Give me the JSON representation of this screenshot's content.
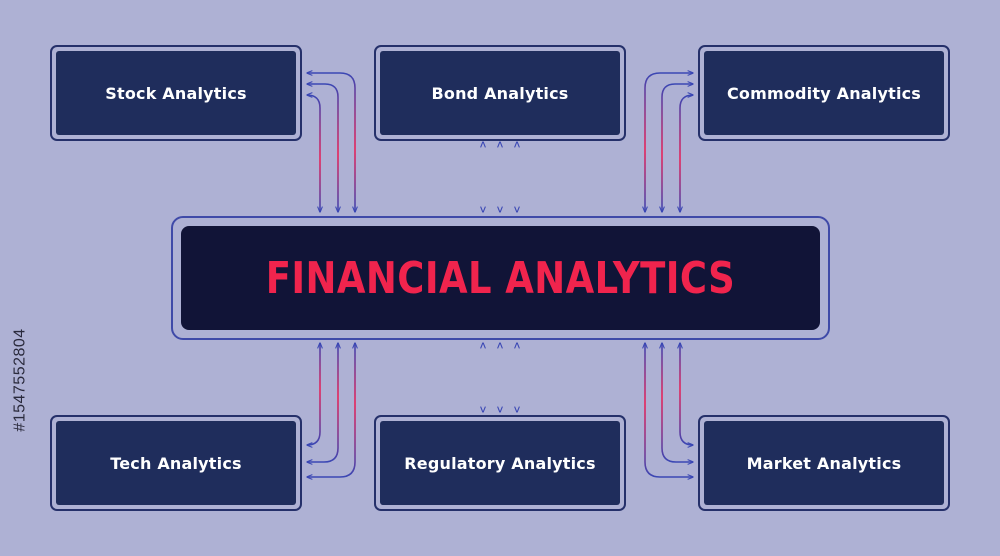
{
  "colors": {
    "background": "#aeb1d4",
    "box_fill": "#1f2d5c",
    "box_border": "#25306a",
    "center_fill": "#111437",
    "title_color": "#f0244d",
    "connector_blue": "#3a47b4",
    "connector_pink": "#e8245a"
  },
  "center": {
    "title": "FINANCIAL ANALYTICS"
  },
  "nodes": {
    "stock": "Stock Analytics",
    "bond": "Bond Analytics",
    "commodity": "Commodity Analytics",
    "tech": "Tech Analytics",
    "regulatory": "Regulatory Analytics",
    "market": "Market Analytics"
  },
  "stock_id": "#1547552804"
}
